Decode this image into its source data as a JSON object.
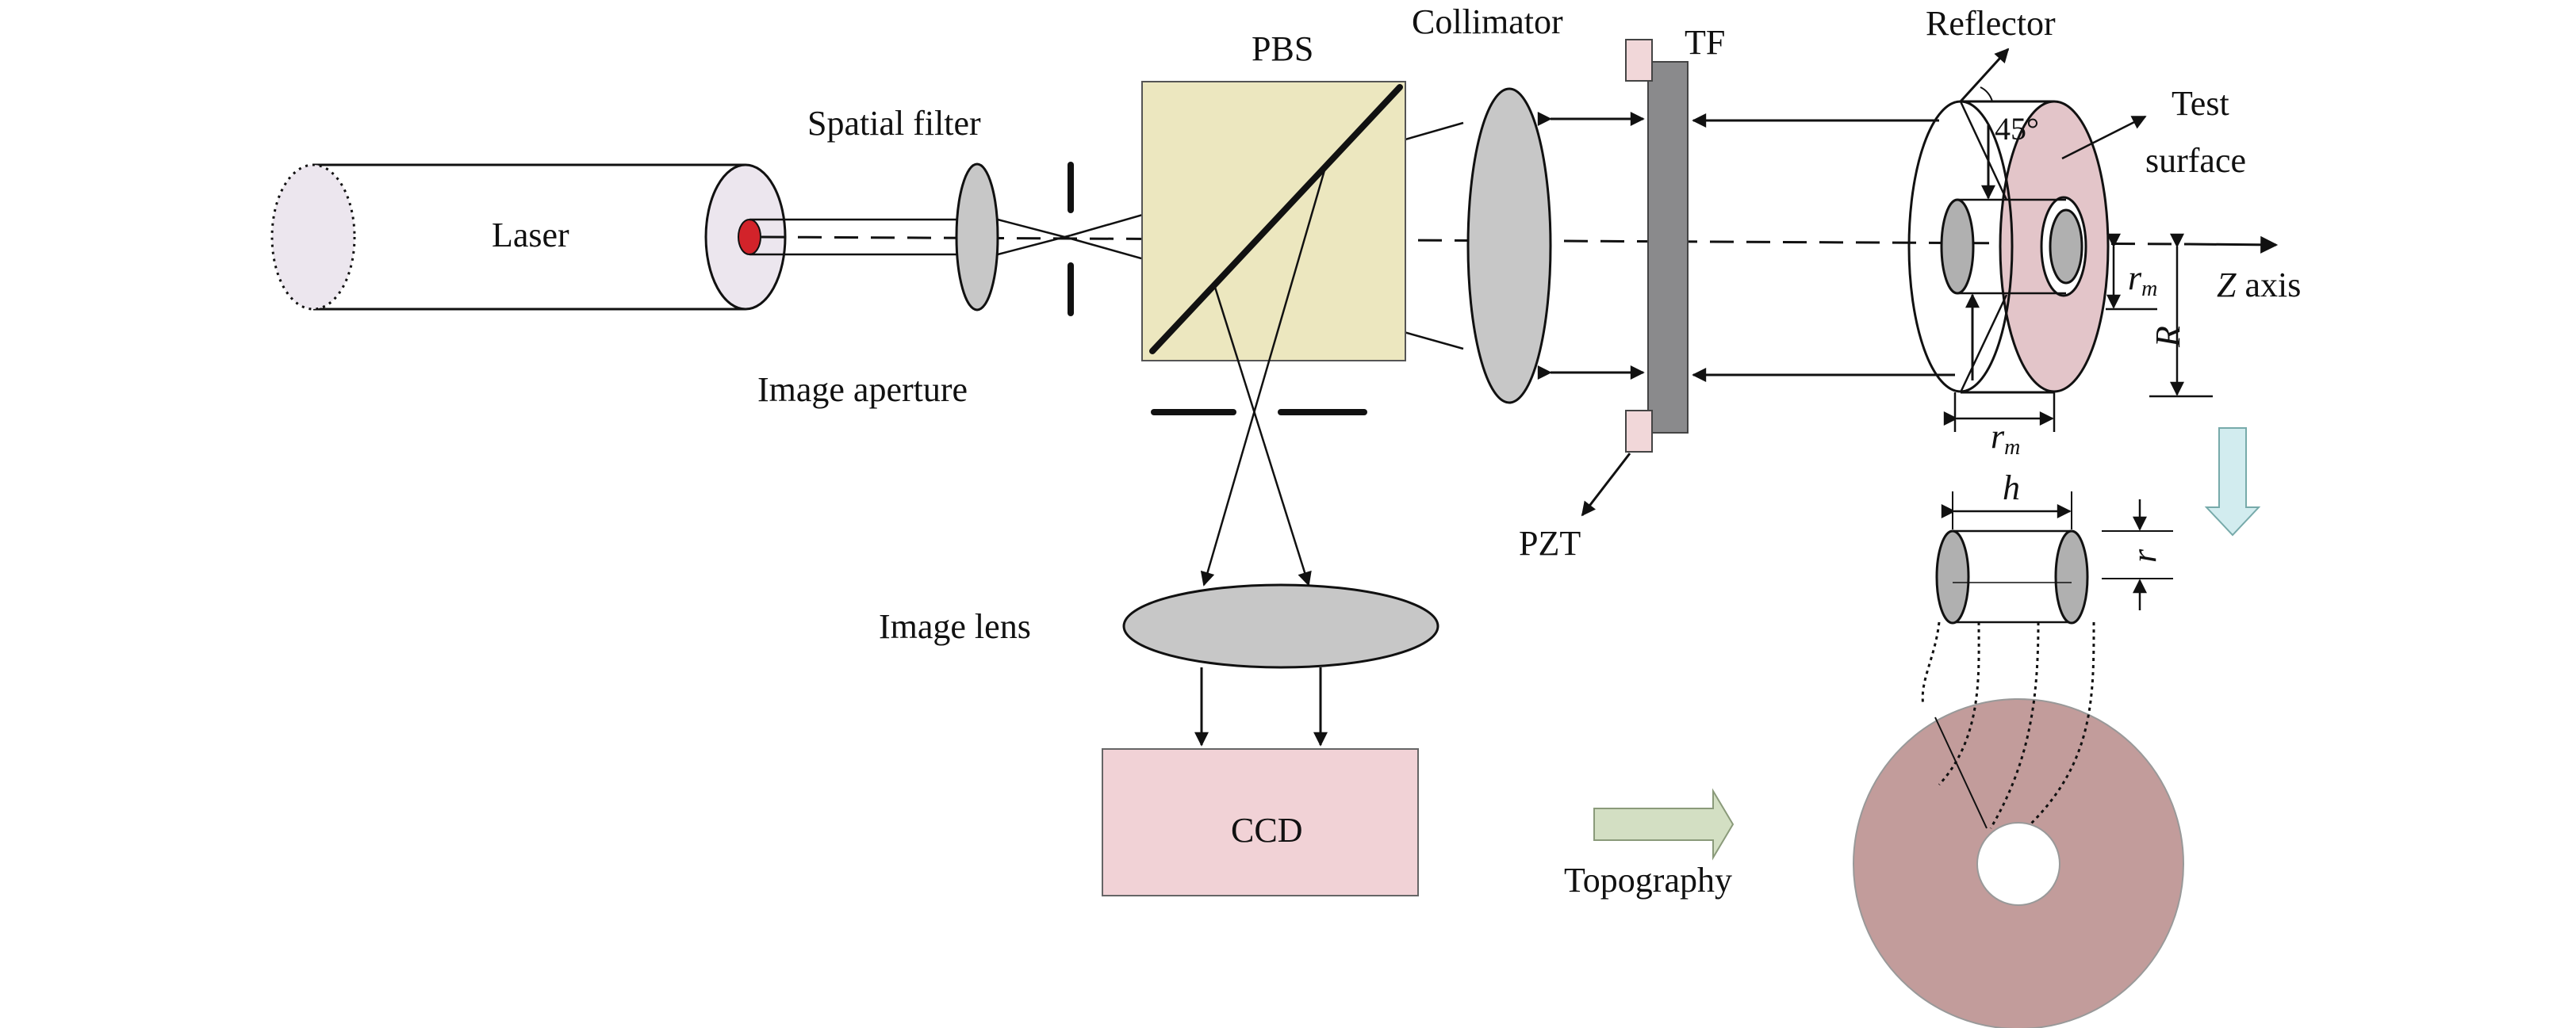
{
  "labels": {
    "laser": "Laser",
    "spatial_filter": "Spatial filter",
    "image_aperture": "Image aperture",
    "pbs": "PBS",
    "collimator": "Collimator",
    "tf": "TF",
    "pzt": "PZT",
    "reflector": "Reflector",
    "angle": "45°",
    "test": "Test",
    "surface": "surface",
    "z": "Z",
    "axis": " axis",
    "r_m_main": "r",
    "r_m_sub": "m",
    "R": "R",
    "r_m_bottom_main": "r",
    "r_m_bottom_sub": "m",
    "h": "h",
    "r": "r",
    "image_lens": "Image lens",
    "ccd": "CCD",
    "topography": "Topography"
  },
  "colors": {
    "pbs_fill": "#ece7bf",
    "laser_end": "#ece6ee",
    "laser_dot": "#d2232a",
    "lens_fill": "#c7c7c7",
    "tf_plate": "#8a8a8c",
    "pzt_block": "#f1d7d9",
    "test_surface": "#e3c5c9",
    "ccd_fill": "#f1d2d6",
    "arrow_teal": "#d2ecef",
    "arrow_green": "#d3dfc3",
    "topo_disc": "#c29c9b",
    "line": "#111111"
  }
}
